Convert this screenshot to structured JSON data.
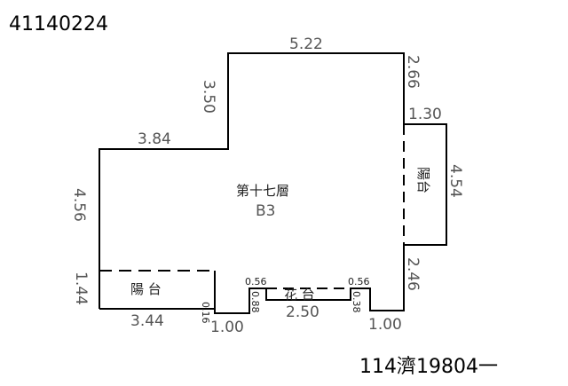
{
  "id_top": "41140224",
  "id_bottom": "114濟19804一",
  "floor_label": "第十七層",
  "unit_label": "B3",
  "balcony_label": "陽 台",
  "balcony_right_label": "陽台",
  "flower_bed_label": "花 台",
  "dimensions": {
    "top": "5.22",
    "left_upper_vertical": "3.50",
    "right_upper_vertical": "2.66",
    "right_balcony_width": "1.30",
    "left_horizontal": "3.84",
    "left_vertical": "4.56",
    "right_balcony_length": "4.54",
    "right_lower_vertical": "2.46",
    "left_balcony_vertical": "1.44",
    "left_balcony_width": "3.44",
    "step_left": "0.16",
    "bottom_left": "1.00",
    "notch_left_top": "0.56",
    "notch_left_vertical": "0.88",
    "flower_bed_width": "2.50",
    "notch_right_top": "0.56",
    "notch_right_vertical": "0.38",
    "bottom_right": "1.00"
  }
}
